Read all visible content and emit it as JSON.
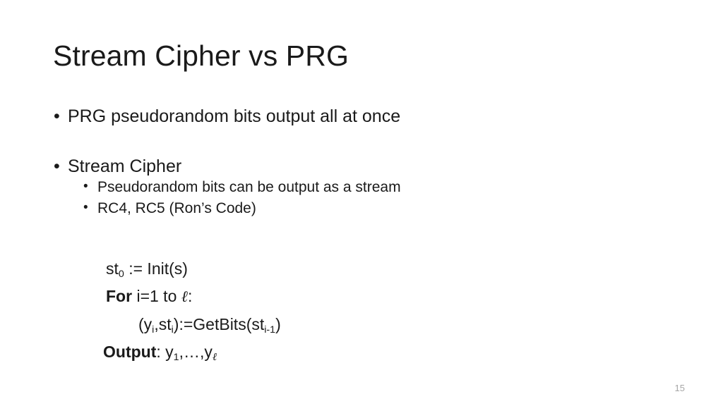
{
  "slide": {
    "title": "Stream Cipher vs PRG",
    "number": "15",
    "bullet_glyph": "•",
    "text_color": "#1a1a1a",
    "background_color": "#ffffff",
    "slide_number_color": "#a6a6a6",
    "bullets": [
      {
        "level": 1,
        "text": "PRG pseudorandom bits output all at once"
      },
      {
        "level": 1,
        "text": "Stream Cipher"
      },
      {
        "level": 2,
        "text": "Pseudorandom bits can be output as a stream"
      },
      {
        "level": 2,
        "text": "RC4, RC5 (Ron’s Code)"
      }
    ],
    "pseudocode": {
      "line1": {
        "prefix": "st",
        "sub": "0",
        "rest": " := Init(s)"
      },
      "line2": {
        "keyword": "For",
        "rest": " i=1 to ",
        "symbol": "ℓ",
        "tail": ":"
      },
      "line3": {
        "open": "(y",
        "sub1": "i",
        "mid1": ",st",
        "sub2": "i",
        "mid2": "):=GetBits(st",
        "sub3": "i-1",
        "close": ")"
      },
      "line4": {
        "keyword": "Output",
        "sep": ": y",
        "sub1": "1",
        "mid": ",…,y",
        "sub2": "ℓ"
      }
    }
  }
}
